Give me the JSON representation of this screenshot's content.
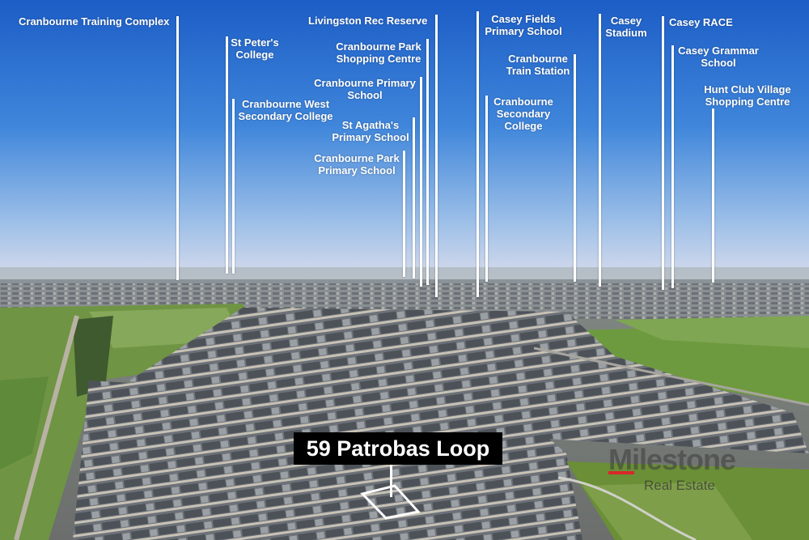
{
  "photo": {
    "description_colors": {
      "sky_top": "#1e5fc8",
      "sky_horizon": "#c9d6ea",
      "grass": "#6f9a3c",
      "roof": "#5a5e66"
    }
  },
  "labels": [
    {
      "id": "cranbourne-training-complex",
      "lines": [
        "Cranbourne Training Complex"
      ]
    },
    {
      "id": "st-peters-college",
      "lines": [
        "St Peter's",
        "College"
      ]
    },
    {
      "id": "cranbourne-west-secondary",
      "lines": [
        "Cranbourne West",
        "Secondary College"
      ]
    },
    {
      "id": "livingston-rec-reserve",
      "lines": [
        "Livingston Rec Reserve"
      ]
    },
    {
      "id": "cranbourne-park-shopping",
      "lines": [
        "Cranbourne Park",
        "Shopping Centre"
      ]
    },
    {
      "id": "cranbourne-primary",
      "lines": [
        "Cranbourne Primary",
        "School"
      ]
    },
    {
      "id": "st-agathas-primary",
      "lines": [
        "St Agatha's",
        "Primary School"
      ]
    },
    {
      "id": "cranbourne-park-primary",
      "lines": [
        "Cranbourne Park",
        "Primary School"
      ]
    },
    {
      "id": "casey-fields-primary",
      "lines": [
        "Casey Fields",
        "Primary School"
      ]
    },
    {
      "id": "cranbourne-secondary",
      "lines": [
        "Cranbourne",
        "Secondary",
        "College"
      ]
    },
    {
      "id": "cranbourne-train-station",
      "lines": [
        "Cranbourne",
        "Train Station"
      ]
    },
    {
      "id": "casey-stadium",
      "lines": [
        "Casey",
        "Stadium"
      ]
    },
    {
      "id": "casey-race",
      "lines": [
        "Casey RACE"
      ]
    },
    {
      "id": "casey-grammar",
      "lines": [
        "Casey Grammar",
        "School"
      ]
    },
    {
      "id": "hunt-club-village",
      "lines": [
        "Hunt Club Village",
        "Shopping Centre"
      ]
    }
  ],
  "address": {
    "text": "59 Patrobas Loop"
  },
  "watermark": {
    "brand": "Milestone",
    "subtitle": "Real Estate",
    "accent": "#d8262b"
  }
}
